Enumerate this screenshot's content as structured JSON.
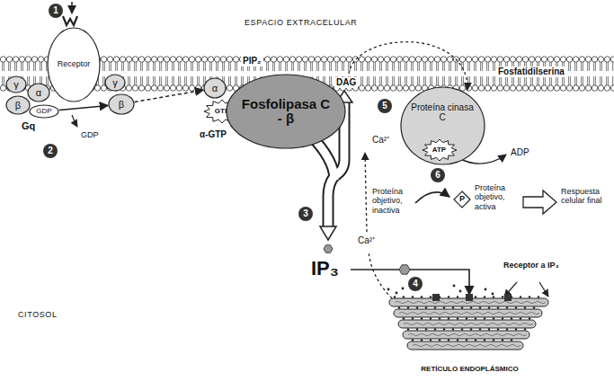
{
  "diagram": {
    "nodes": [
      {
        "text": [
          "Receptor"
        ]
      },
      {
        "text": [
          "γ"
        ]
      },
      {
        "text": [
          "α"
        ]
      },
      {
        "text": [
          "β"
        ]
      },
      {
        "text": [
          "GDP"
        ]
      },
      {
        "text": [
          "γ"
        ]
      },
      {
        "text": [
          "β"
        ]
      },
      {
        "text": [
          "α"
        ]
      },
      {
        "text": [
          "GTP"
        ]
      },
      {
        "text": [
          "Fosfolipasa C - β"
        ]
      },
      {
        "text": [
          "Proteína cinasa C"
        ]
      },
      {
        "text": [
          "ATP"
        ],
        "in": 10
      },
      {
        "text": [
          "P"
        ]
      },
      {
        "text": [
          "RETÍCULO ENDOPLÁSMICO"
        ]
      }
    ],
    "edges": [
      {
        "from": 4,
        "to": 6,
        "arrow": "to"
      },
      {
        "from": 6,
        "to": 7,
        "arrow": "to"
      }
    ],
    "labels": [
      "ESPACIO EXTRACELULAR",
      "1",
      "2",
      "3",
      "4",
      "5",
      "6",
      "Gq",
      "GDP",
      "α-GTP",
      "PIP₂",
      "DAG",
      "Fosfatidilserina",
      "Ca²⁺",
      "Ca²⁺",
      "IP₃",
      "ADP",
      "Proteína objetivo, inactiva",
      "Proteína objetivo, activa",
      "Respuesta celular final",
      "Receptor a IP₃",
      "CITOSOL"
    ]
  }
}
